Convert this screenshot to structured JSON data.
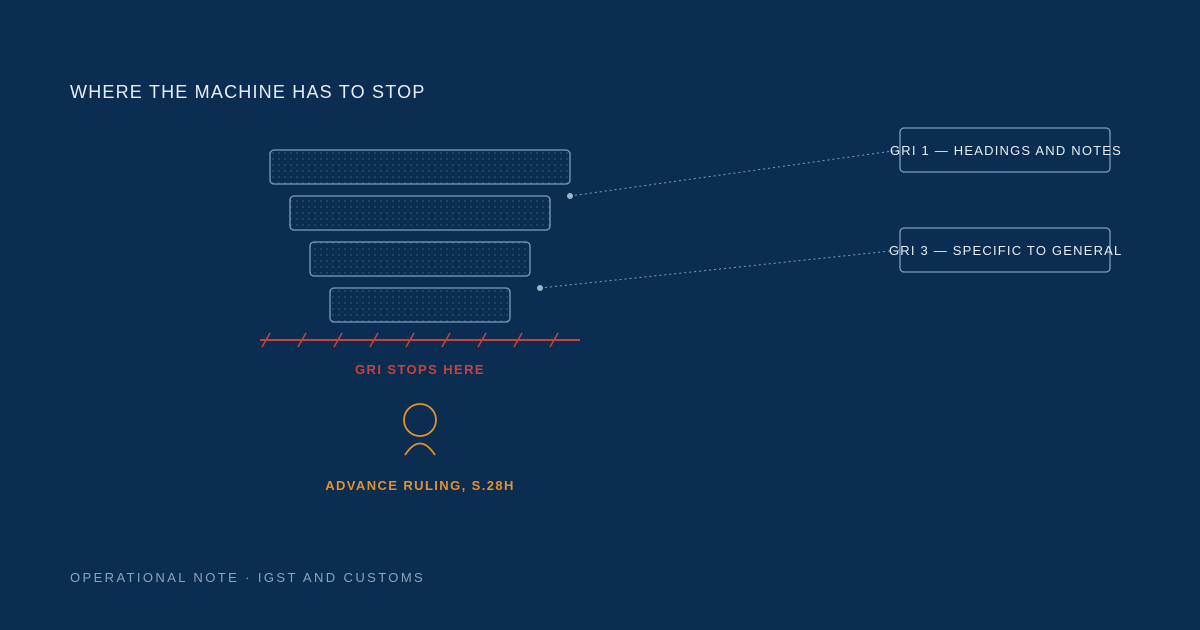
{
  "title": "WHERE THE MACHINE HAS TO STOP",
  "callouts": [
    {
      "label": "GRI 1 — HEADINGS AND NOTES"
    },
    {
      "label": "GRI 3 — SPECIFIC TO GENERAL"
    }
  ],
  "stop_label": "GRI STOPS HERE",
  "ruling_label": "ADVANCE RULING, S.28H",
  "footer": "OPERATIONAL NOTE · IGST AND CUSTOMS",
  "colors": {
    "background": "#0b2d52",
    "outline": "#7f9dbd",
    "stop_line": "#c8423c",
    "human": "#e3922b"
  },
  "icons": [
    "person-icon"
  ]
}
